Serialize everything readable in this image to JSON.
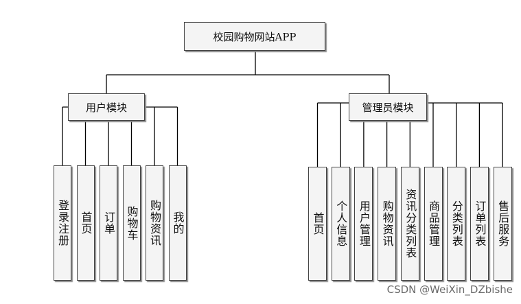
{
  "root": {
    "label": "校园购物网站APP"
  },
  "user_module": {
    "label": "用户模块",
    "children": [
      "登录注册",
      "首页",
      "订单",
      "购物车",
      "购物资讯",
      "我的"
    ]
  },
  "admin_module": {
    "label": "管理员模块",
    "children": [
      "首页",
      "个人信息",
      "用户管理",
      "购物资讯",
      "资讯分类列表",
      "商品管理",
      "分类列表",
      "订单列表",
      "售后服务"
    ]
  },
  "watermark": "CSDN @WeiXin_DZbishe",
  "colors": {
    "line": "#000000",
    "box_fill": "#f4f4f4",
    "box_border": "#444444"
  }
}
